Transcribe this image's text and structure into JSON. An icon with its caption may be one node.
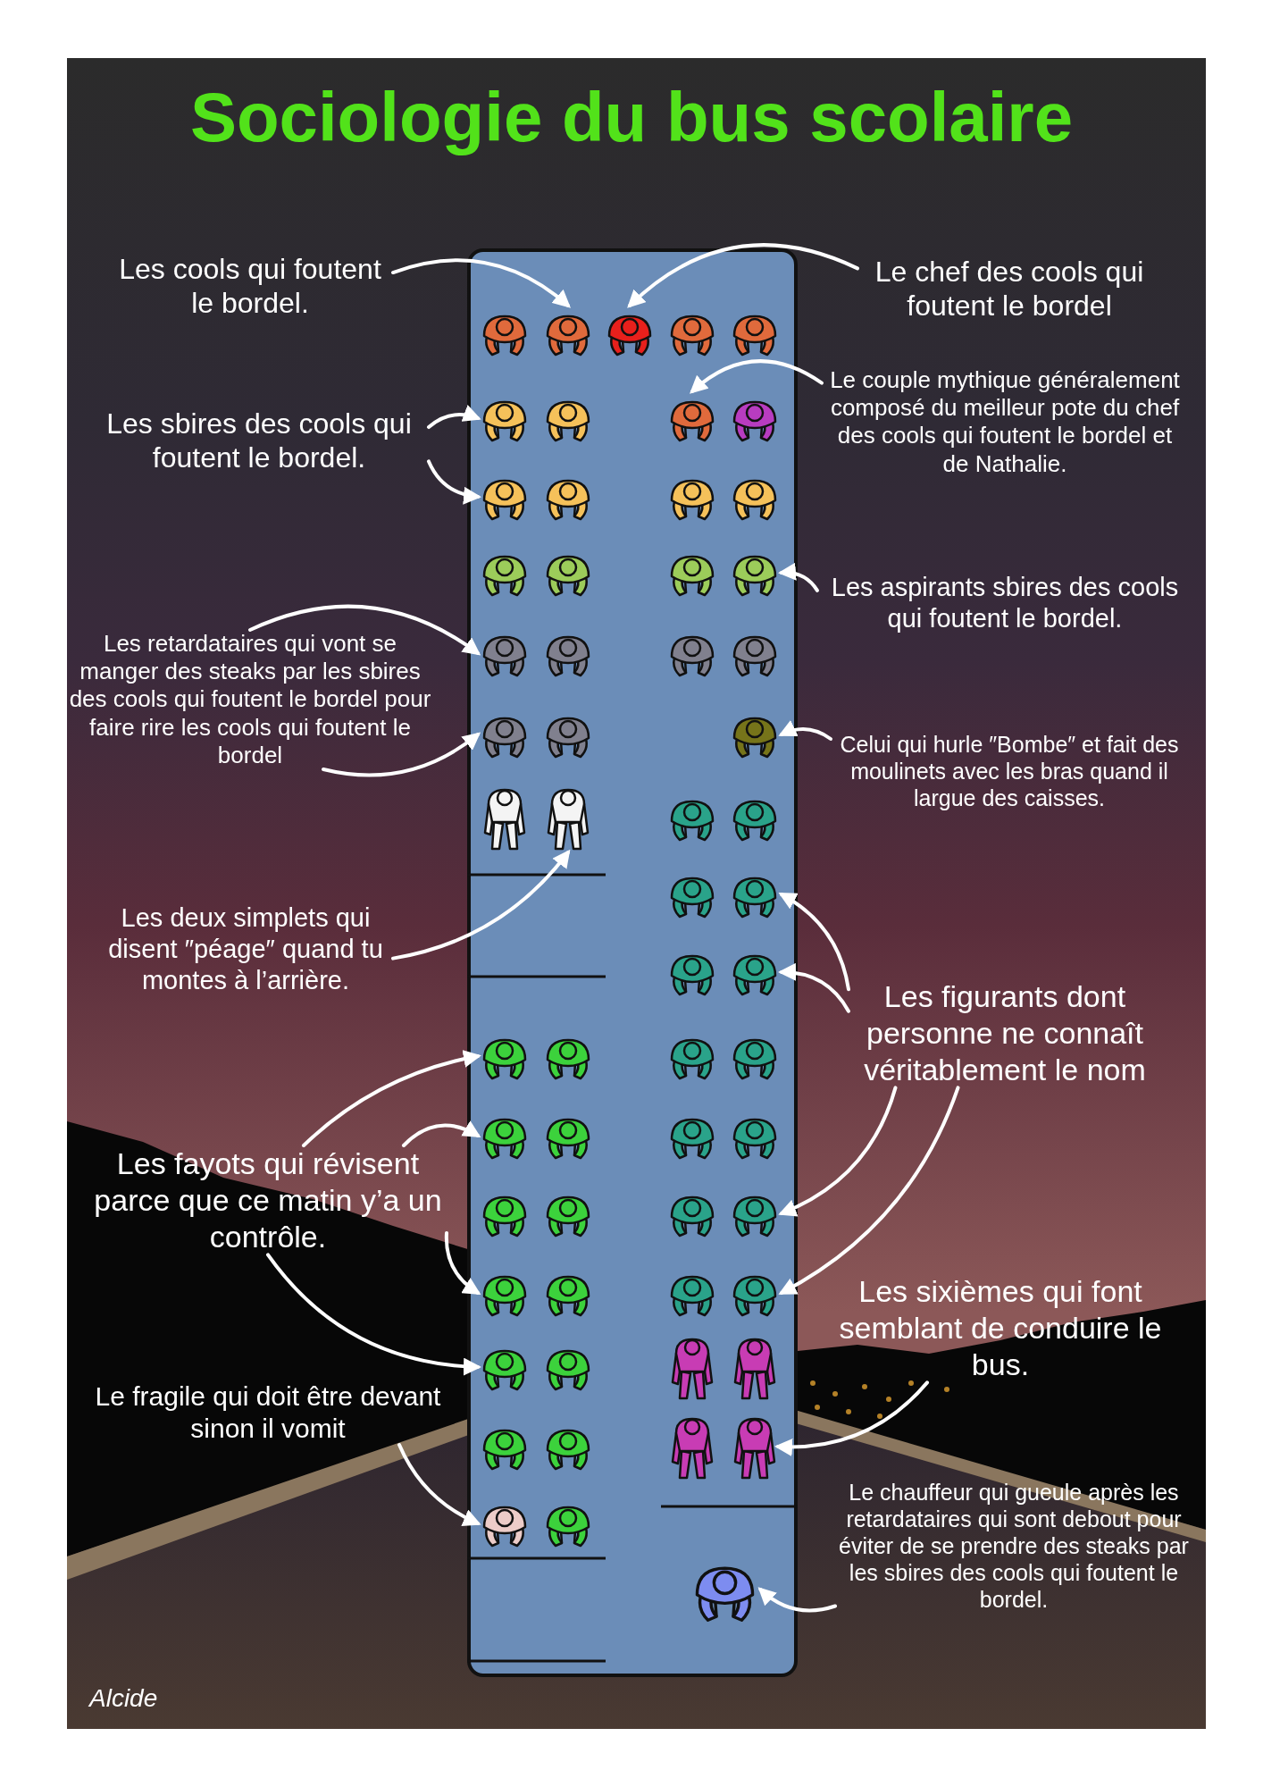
{
  "diagram": {
    "title": "Sociologie du bus scolaire",
    "nodes": [
      {
        "text": [
          "Les cools qui foutent le bordel."
        ]
      },
      {
        "text": [
          "Le chef des cools qui foutent le bordel"
        ]
      },
      {
        "text": [
          "Les sbires des cools qui foutent le bordel."
        ]
      },
      {
        "text": [
          "Le couple mythique généralement composé du meilleur pote du chef des cools qui foutent le bordel et de Nathalie."
        ]
      },
      {
        "text": [
          "Les aspirants sbires des cools qui foutent le bordel."
        ]
      },
      {
        "text": [
          "Les retardataires qui vont se manger des steaks par les sbires des cools qui foutent le bordel pour faire rire les cools qui foutent le bordel"
        ]
      },
      {
        "text": [
          "Celui qui hurle ″Bombe″ et fait des moulinets avec les bras quand il largue des caisses."
        ]
      },
      {
        "text": [
          "Les deux simplets qui disent ″péage″ quand tu montes à l’arrière."
        ]
      },
      {
        "text": [
          "Les figurants dont personne ne connaît véritablement le nom"
        ]
      },
      {
        "text": [
          "Les fayots qui révisent parce que ce matin y’a un contrôle."
        ]
      },
      {
        "text": [
          "Les sixièmes qui font semblant de conduire le bus."
        ]
      },
      {
        "text": [
          "Le fragile qui doit être devant sinon il vomit"
        ]
      },
      {
        "text": [
          "Le chauffeur qui gueule après les retardataires qui sont debout pour éviter de se prendre des steaks par les sbires des cools qui foutent le bordel."
        ]
      },
      {
        "text": [],
        "shape": "person"
      },
      {
        "text": [],
        "shape": "person"
      },
      {
        "text": [],
        "shape": "person"
      },
      {
        "text": [],
        "shape": "person"
      },
      {
        "text": [],
        "shape": "person"
      },
      {
        "text": [],
        "shape": "person"
      },
      {
        "text": [],
        "shape": "person"
      },
      {
        "text": [],
        "shape": "person"
      },
      {
        "text": [],
        "shape": "person"
      },
      {
        "text": [],
        "shape": "person"
      },
      {
        "text": [],
        "shape": "person"
      },
      {
        "text": [],
        "shape": "person"
      },
      {
        "text": [],
        "shape": "person"
      },
      {
        "text": [],
        "shape": "person"
      },
      {
        "text": [],
        "shape": "person"
      },
      {
        "text": [],
        "shape": "person"
      },
      {
        "text": [],
        "shape": "person"
      },
      {
        "text": [],
        "shape": "person"
      },
      {
        "text": [],
        "shape": "person"
      },
      {
        "text": [],
        "shape": "person"
      },
      {
        "text": [],
        "shape": "person"
      }
    ],
    "edges": [
      {
        "from": 0,
        "to": 13,
        "arrow": "to"
      },
      {
        "from": 1,
        "to": 14,
        "arrow": "to"
      },
      {
        "from": 2,
        "to": 15,
        "arrow": "to"
      },
      {
        "from": 2,
        "to": 17,
        "arrow": "to"
      },
      {
        "from": 3,
        "to": 16,
        "arrow": "to"
      },
      {
        "from": 4,
        "to": 18,
        "arrow": "to"
      },
      {
        "from": 5,
        "to": 19,
        "arrow": "to"
      },
      {
        "from": 5,
        "to": 20,
        "arrow": "to"
      },
      {
        "from": 6,
        "to": 21,
        "arrow": "to"
      },
      {
        "from": 7,
        "to": 22,
        "arrow": "to"
      },
      {
        "from": 8,
        "to": 23,
        "arrow": "to"
      },
      {
        "from": 8,
        "to": 24,
        "arrow": "to"
      },
      {
        "from": 8,
        "to": 27,
        "arrow": "to"
      },
      {
        "from": 8,
        "to": 29,
        "arrow": "to"
      },
      {
        "from": 9,
        "to": 25,
        "arrow": "to"
      },
      {
        "from": 9,
        "to": 26,
        "arrow": "to"
      },
      {
        "from": 9,
        "to": 28,
        "arrow": "to"
      },
      {
        "from": 9,
        "to": 30,
        "arrow": "to"
      },
      {
        "from": 10,
        "to": 31,
        "arrow": "to"
      },
      {
        "from": 11,
        "to": 32,
        "arrow": "to"
      },
      {
        "from": 12,
        "to": 33,
        "arrow": "to"
      }
    ],
    "labels": [
      "Alcide"
    ]
  }
}
